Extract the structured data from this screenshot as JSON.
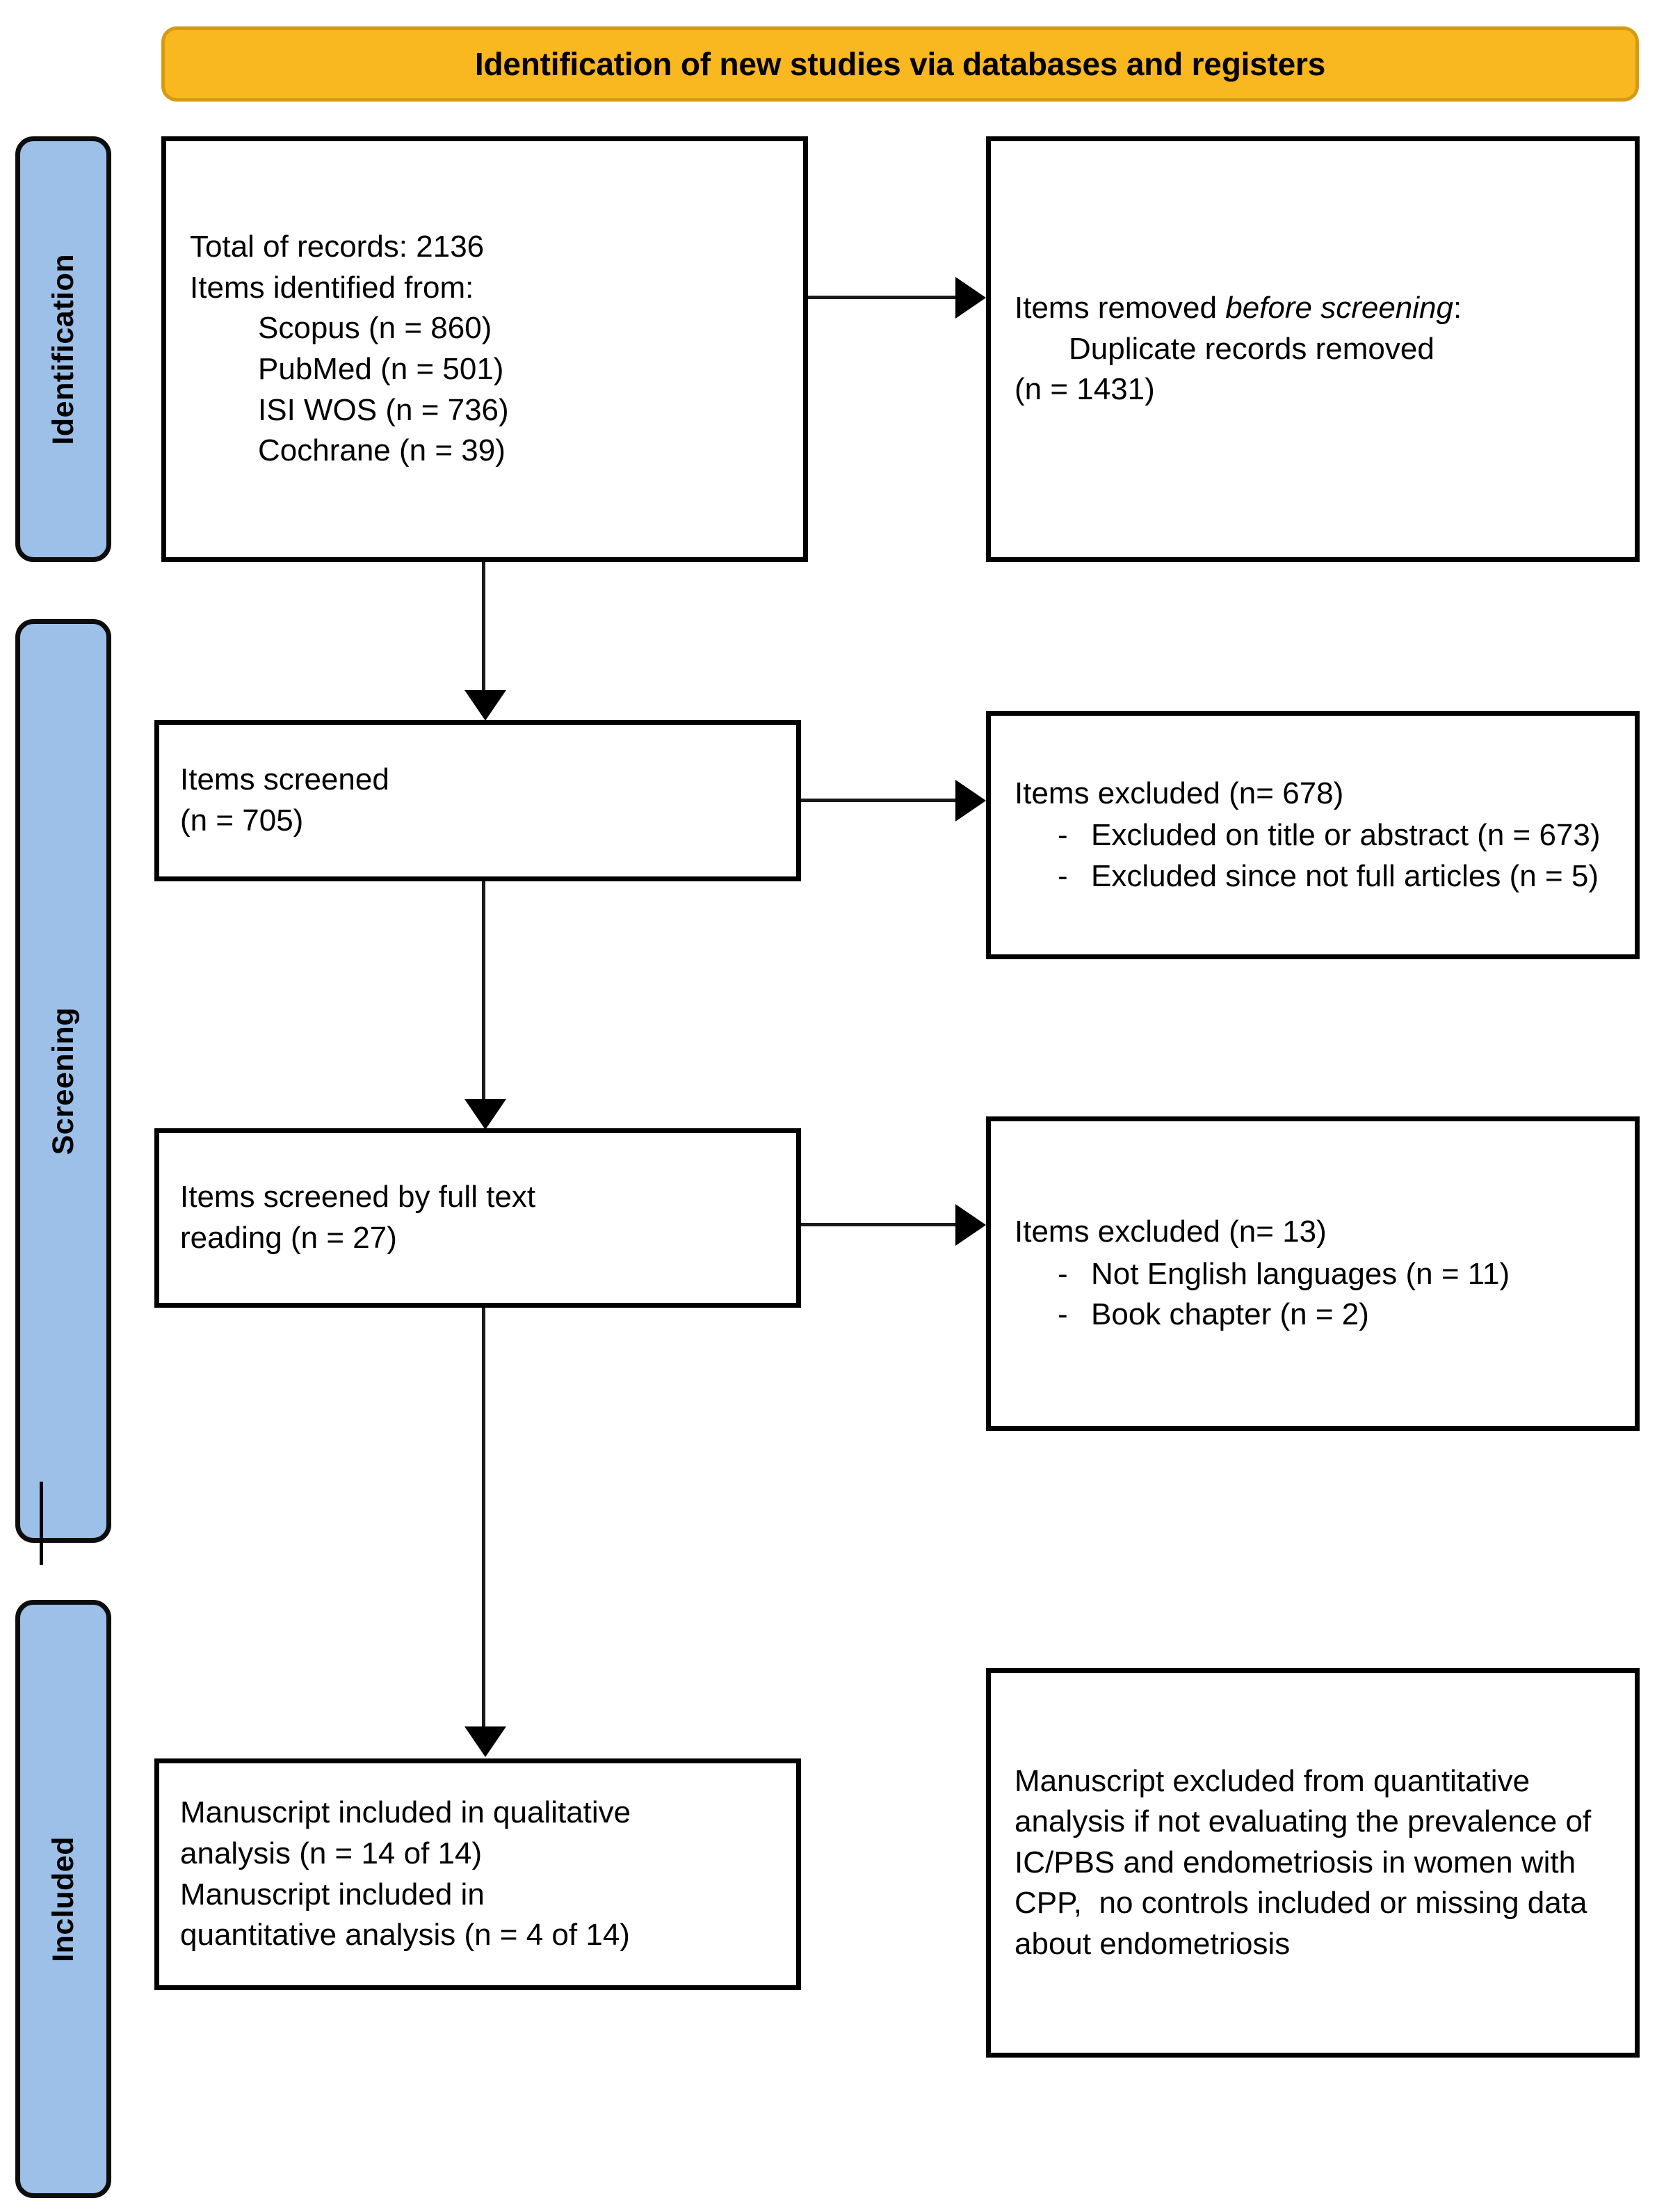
{
  "banner": {
    "title": "Identification of new studies via databases and registers",
    "bg_color": "#F9B720",
    "border_color": "#D69A12"
  },
  "stages": {
    "bar_color": "#9CC0E7",
    "identification": "Identification",
    "screening": "Screening",
    "included": "Included"
  },
  "boxes": {
    "identified": {
      "line1": "Total of records: 2136",
      "line2": "Items identified from:",
      "sources": [
        "Scopus (n = 860)",
        "PubMed (n = 501)",
        "ISI WOS (n = 736)",
        "Cochrane (n = 39)"
      ]
    },
    "removed": {
      "lead": "Items removed ",
      "lead_italic": "before screening",
      "lead_end": ":",
      "line2": "Duplicate records removed",
      "line3": "(n = 1431)"
    },
    "screened": {
      "line1": "Items screened",
      "line2": "(n = 705)"
    },
    "excluded_screening": {
      "heading": "Items excluded (n= 678)",
      "bullets": [
        {
          "dash": "-",
          "text": "Excluded on title or abstract (n = 673)"
        },
        {
          "dash": "-",
          "text": "Excluded since not full articles (n = 5)"
        }
      ]
    },
    "fulltext": {
      "line1": "Items screened by full text",
      "line2": "reading (n = 27)"
    },
    "excluded_fulltext": {
      "heading": "Items excluded (n= 13)",
      "bullets": [
        {
          "dash": "-",
          "text": "Not English languages (n = 11)"
        },
        {
          "dash": "-",
          "text": "Book chapter  (n = 2)"
        }
      ]
    },
    "included": {
      "line1": "Manuscript included in qualitative",
      "line2": "analysis (n = 14 of 14)",
      "line3": "Manuscript included in",
      "line4": "quantitative analysis (n = 4 of 14)"
    },
    "excluded_manuscript": {
      "text": "Manuscript excluded from quantitative analysis if not evaluating the prevalence of IC/PBS and endometriosis in women with CPP,  no controls included or missing data about endometriosis"
    }
  },
  "flow": {
    "counts": {
      "total_records": 2136,
      "scopus": 860,
      "pubmed": 501,
      "isi_wos": 736,
      "cochrane": 39,
      "duplicates_removed": 1431,
      "screened": 705,
      "excluded_screening_total": 678,
      "excluded_title_abstract": 673,
      "excluded_not_full_articles": 5,
      "full_text_screened": 27,
      "excluded_fulltext_total": 13,
      "excluded_not_english": 11,
      "excluded_book_chapter": 2,
      "included_qualitative": "14 of 14",
      "included_quantitative": "4 of 14"
    }
  }
}
